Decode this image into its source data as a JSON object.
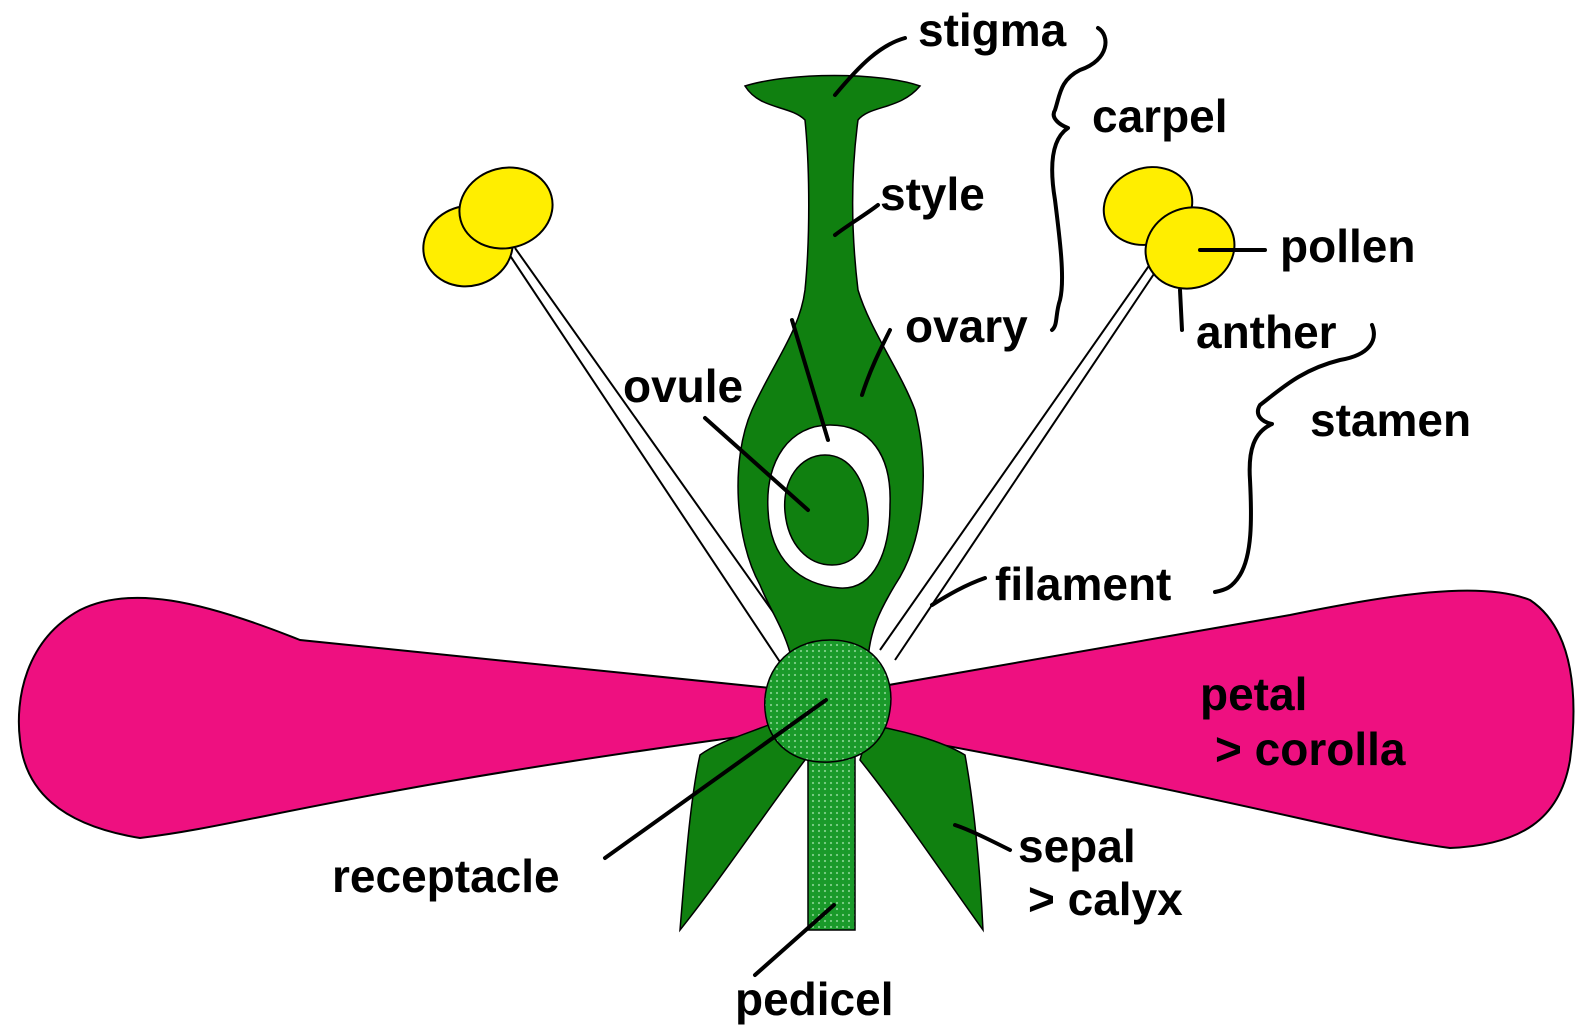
{
  "labels": {
    "stigma": "stigma",
    "carpel": "carpel",
    "style": "style",
    "pollen": "pollen",
    "ovary": "ovary",
    "anther": "anther",
    "ovule": "ovule",
    "stamen": "stamen",
    "filament": "filament",
    "petal": "petal",
    "corolla": "> corolla",
    "sepal": "sepal",
    "calyx": "> calyx",
    "receptacle": "receptacle",
    "pedicel": "pedicel"
  },
  "colors": {
    "carpel_green": "#108010",
    "receptacle_green": "#1a9a2a",
    "petal_magenta": "#ee1080",
    "anther_yellow": "#ffee00",
    "ink": "#000000",
    "background": "#ffffff"
  }
}
